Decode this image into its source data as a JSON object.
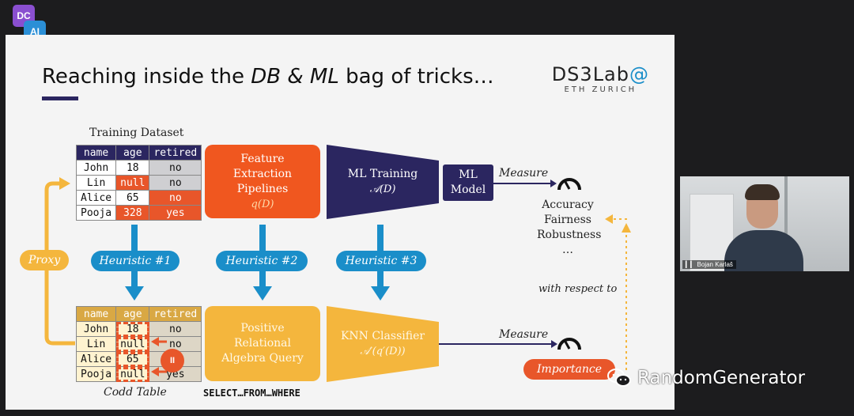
{
  "app_logo": {
    "line1": "DC",
    "line2": "AI"
  },
  "slide": {
    "title_parts": [
      "Reaching inside the ",
      "DB",
      " & ",
      "ML",
      " bag of tricks…"
    ],
    "brand_name": "DS3Lab",
    "brand_at": "@",
    "brand_sub": "ETH ZURICH",
    "training_dataset_label": "Training Dataset",
    "table_columns": [
      "name",
      "age",
      "retired"
    ],
    "table_rows": [
      [
        "John",
        "18",
        "no"
      ],
      [
        "Lin",
        "null",
        "no"
      ],
      [
        "Alice",
        "65",
        "no"
      ],
      [
        "Pooja",
        "328",
        "yes"
      ]
    ],
    "codd_rows": [
      [
        "John",
        "18",
        "no"
      ],
      [
        "Lin",
        "null",
        "no"
      ],
      [
        "Alice",
        "65",
        ""
      ],
      [
        "Pooja",
        "null",
        "yes"
      ]
    ],
    "codd_label": "Codd Table",
    "feature_box": {
      "line1": "Feature",
      "line2": "Extraction",
      "line3": "Pipelines",
      "math": "q(D)"
    },
    "ml_training": {
      "label": "ML Training",
      "math": "𝒜(D)"
    },
    "ml_model": {
      "line1": "ML",
      "line2": "Model"
    },
    "measure_top": "Measure",
    "metrics": [
      "Accuracy",
      "Fairness",
      "Robustness",
      "…"
    ],
    "proxy": "Proxy",
    "heuristics": [
      "Heuristic #1",
      "Heuristic #2",
      "Heuristic #3"
    ],
    "with_respect_to": "with respect to",
    "positive_box": {
      "line1": "Positive",
      "line2": "Relational",
      "line3": "Algebra Query"
    },
    "sql_caption": "SELECT…FROM…WHERE",
    "knn": {
      "label": "KNN Classifier",
      "math": "𝒜′(q′(D))"
    },
    "measure_bottom": "Measure",
    "importance": "Importance",
    "pause_badge": "II"
  },
  "webcam": {
    "name": "Bojan Karlaš"
  },
  "watermark": "RandomGenerator",
  "colors": {
    "navy": "#2b2660",
    "orange": "#f0571f",
    "yellow": "#f4b63d",
    "blue": "#1a8ec9"
  }
}
